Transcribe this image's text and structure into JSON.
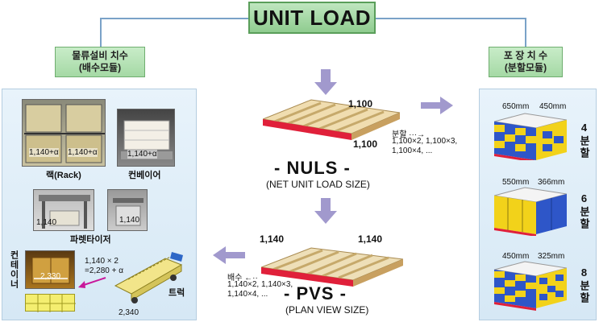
{
  "title": "UNIT LOAD",
  "left_header": {
    "line1": "물류설비 치수",
    "line2": "(배수모듈)"
  },
  "right_header": {
    "line1": "포 장 치 수",
    "line2": "(분할모듈)"
  },
  "left_panel": {
    "rack_label": "랙(Rack)",
    "rack_dims": [
      "1,140+α",
      "1,140+α"
    ],
    "conveyor_label": "컨베이어",
    "conveyor_dim": "1,140+α",
    "palletizer_label": "파렛타이저",
    "palletizer_dims": [
      "1,140",
      "1,140"
    ],
    "container_label": "컨테이너",
    "container_dim": "2,330",
    "truck_label": "트럭",
    "truck_dim": "2,340",
    "calc_line1": "1,140 × 2",
    "calc_line2": "=2,280 + α"
  },
  "center": {
    "nuls_dim_top": "1,100",
    "nuls_dim_bottom": "1,100",
    "split_title": "분할 ···→",
    "split_line1": "1,100×2, 1,100×3,",
    "split_line2": "1,100×4, ...",
    "nuls_title": "- NULS -",
    "nuls_sub": "(NET UNIT LOAD SIZE)",
    "pvs_dim_left": "1,140",
    "pvs_dim_right": "1,140",
    "multiple_title": "배수 ←··",
    "multiple_line1": "1,140×2, 1,140×3,",
    "multiple_line2": "1,140×4, ...",
    "pvs_title": "- PVS -",
    "pvs_sub": "(PLAN VIEW SIZE)"
  },
  "right_panel": {
    "items": [
      {
        "dim_a": "650mm",
        "dim_b": "450mm",
        "split": "4분할"
      },
      {
        "dim_a": "550mm",
        "dim_b": "366mm",
        "split": "6분할"
      },
      {
        "dim_a": "450mm",
        "dim_b": "325mm",
        "split": "8분할"
      }
    ]
  },
  "colors": {
    "title_bg": "#9fd39f",
    "panel_bg": "#e0eef8",
    "arrow": "#8a7fc0",
    "pallet_wood": "#f0ddb0",
    "pallet_red": "#e0203a",
    "box_blue": "#2e56c8",
    "box_yellow": "#f2d21a"
  }
}
